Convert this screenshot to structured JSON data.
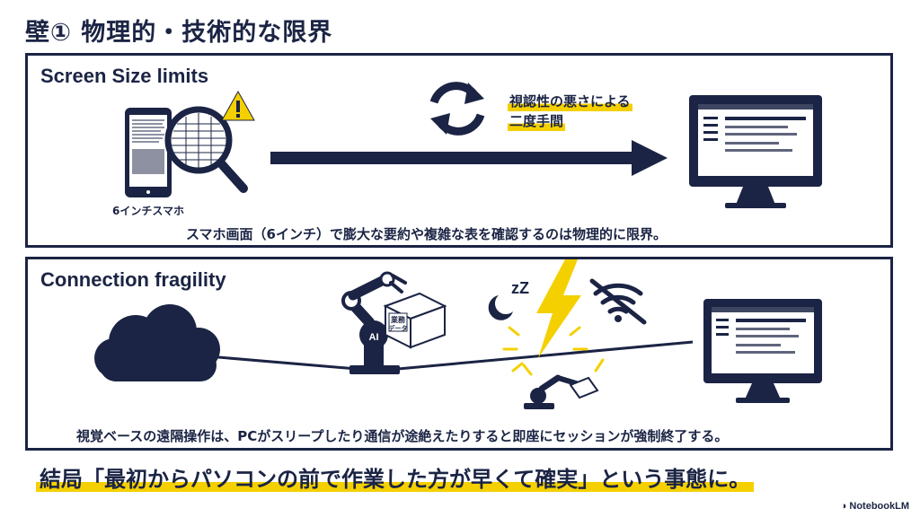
{
  "title": "壁① 物理的・技術的な限界",
  "panel1": {
    "heading": "Screen Size limits",
    "phone_label": "6インチスマホ",
    "note_line1": "視認性の悪さによる",
    "note_line2": "二度手間",
    "caption": "スマホ画面（6インチ）で膨大な要約や複雑な表を確認するのは物理的に限界。"
  },
  "panel2": {
    "heading": "Connection fragility",
    "box_label_line1": "業務",
    "box_label_line2": "データ",
    "robot_label": "AI",
    "sleep_label": "zZ",
    "caption": "視覚ベースの遠隔操作は、PCがスリープしたり通信が途絶えたりすると即座にセッションが強制終了する。"
  },
  "conclusion": "結局「最初からパソコンの前で作業した方が早くて確実」という事態に。",
  "brand": "NotebookLM",
  "colors": {
    "navy": "#1b2444",
    "accent": "#f5d000"
  }
}
